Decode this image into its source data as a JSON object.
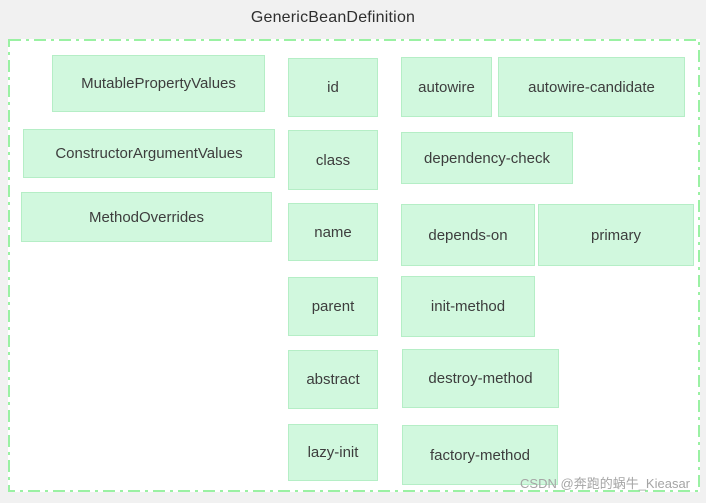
{
  "title": "GenericBeanDefinition",
  "watermark": "CSDN @奔跑的蜗牛_Kieasar",
  "colors": {
    "page_background": "#f1f1f1",
    "frame_background": "#ffffff",
    "frame_dash_green": "#9af1a3",
    "box_fill": "#d1f8de",
    "box_border": "#b5eec6",
    "box_text": "#3d3d3d",
    "title_text": "#2f2f2f",
    "watermark_text": "#a5a5a5"
  },
  "boxes": {
    "mutablePropertyValues": "MutablePropertyValues",
    "constructorArgumentValues": "ConstructorArgumentValues",
    "methodOverrides": "MethodOverrides",
    "id": "id",
    "class": "class",
    "name": "name",
    "parent": "parent",
    "abstract": "abstract",
    "lazyInit": "lazy-init",
    "autowire": "autowire",
    "autowireCandidate": "autowire-candidate",
    "dependencyCheck": "dependency-check",
    "dependsOn": "depends-on",
    "primary": "primary",
    "initMethod": "init-method",
    "destroyMethod": "destroy-method",
    "factoryMethod": "factory-method"
  }
}
